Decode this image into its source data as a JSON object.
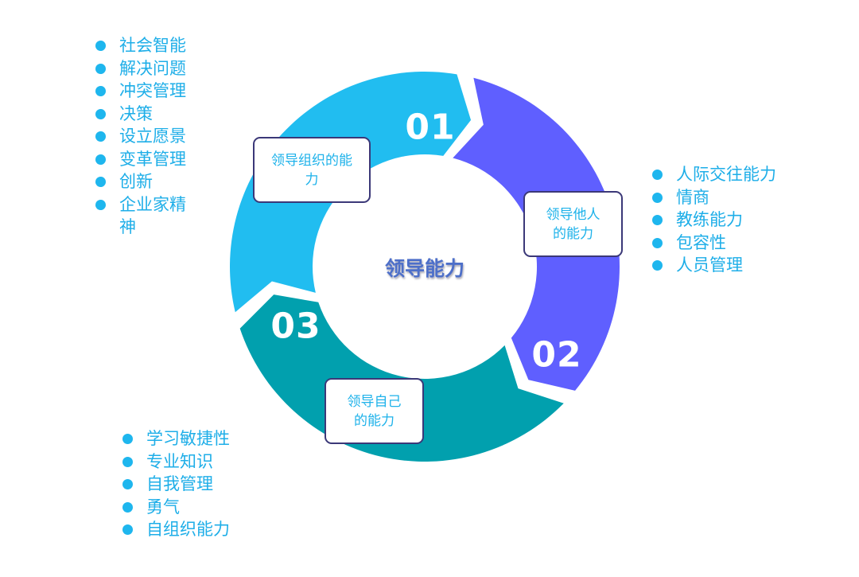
{
  "center_title": "领导能力",
  "colors": {
    "seg1": "#21bdf0",
    "seg2": "#5f5fff",
    "seg3": "#01a0ae",
    "text": "#1eaee8",
    "box_border": "#3b3878"
  },
  "segments": [
    {
      "number": "01",
      "label": "领导组织的能力"
    },
    {
      "number": "02",
      "label": "领导他人的能力"
    },
    {
      "number": "03",
      "label": "领导自己的能力"
    }
  ],
  "lists": {
    "organization": [
      "社会智能",
      "解决问题",
      "冲突管理",
      "决策",
      "设立愿景",
      "变革管理",
      "创新",
      "企业家精神"
    ],
    "others": [
      "人际交往能力",
      "情商",
      "教练能力",
      "包容性",
      "人员管理"
    ],
    "self": [
      "学习敏捷性",
      "专业知识",
      "自我管理",
      "勇气",
      "自组织能力"
    ]
  }
}
